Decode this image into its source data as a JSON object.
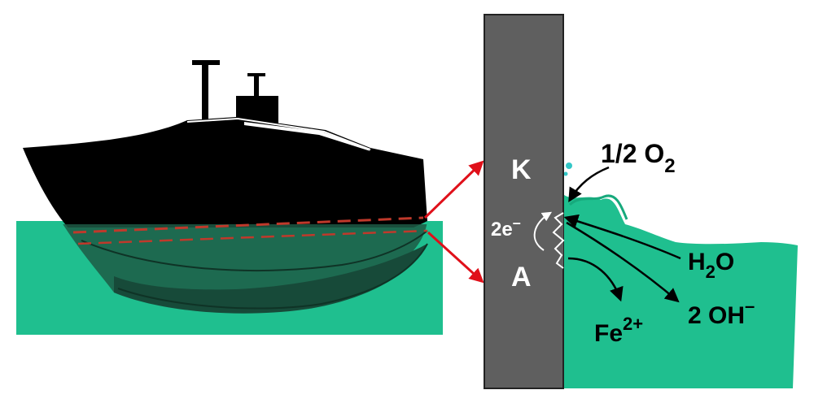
{
  "colors": {
    "water": "#1fbf8f",
    "water_dark": "#17a97c",
    "hull": "#000000",
    "hull_submerged": "#1d5a45",
    "keel": "#174a39",
    "metal_plate": "#5f5f5f",
    "waterline": "#c0392b",
    "arrow_red": "#e0101a",
    "text_dark": "#000000",
    "text_light": "#ffffff",
    "droplet": "#33c7c7"
  },
  "icons": {
    "ship": "ship-icon",
    "electron_flow": "curved-arrow-icon"
  },
  "labels": {
    "cathode": "K",
    "anode": "A",
    "electrons": "2e",
    "electrons_sup": "–",
    "oxygen_main": "1/2 O",
    "oxygen_sub": "2",
    "water_h": "H",
    "water_sub": "2",
    "water_o": "O",
    "hydroxide": "2 OH",
    "hydroxide_sup": "–",
    "iron": "Fe",
    "iron_sup": "2+"
  }
}
